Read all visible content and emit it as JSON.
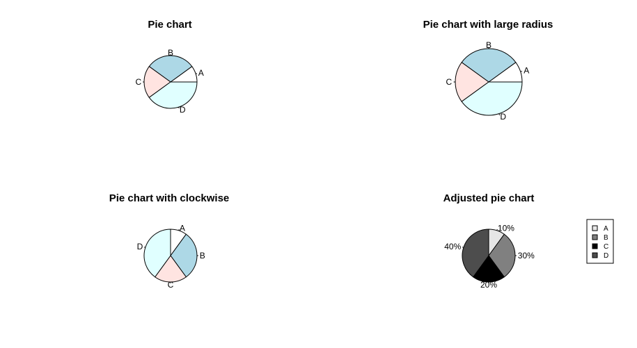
{
  "chart_data": [
    {
      "type": "pie",
      "title": "Pie chart",
      "labels": [
        "A",
        "B",
        "C",
        "D"
      ],
      "values": [
        10,
        30,
        20,
        40
      ],
      "colors": [
        "#ffffff",
        "#add8e6",
        "#ffe4e1",
        "#e0ffff"
      ],
      "clockwise": false,
      "radius": "default"
    },
    {
      "type": "pie",
      "title": "Pie chart with large radius",
      "labels": [
        "A",
        "B",
        "C",
        "D"
      ],
      "values": [
        10,
        30,
        20,
        40
      ],
      "colors": [
        "#ffffff",
        "#add8e6",
        "#ffe4e1",
        "#e0ffff"
      ],
      "clockwise": false,
      "radius": "large"
    },
    {
      "type": "pie",
      "title": "Pie chart with clockwise",
      "labels": [
        "A",
        "B",
        "C",
        "D"
      ],
      "values": [
        10,
        30,
        20,
        40
      ],
      "colors": [
        "#ffffff",
        "#add8e6",
        "#ffe4e1",
        "#e0ffff"
      ],
      "clockwise": true,
      "radius": "default"
    },
    {
      "type": "pie",
      "title": "Adjusted pie chart",
      "labels": [
        "10%",
        "30%",
        "20%",
        "40%"
      ],
      "values": [
        10,
        30,
        20,
        40
      ],
      "colors": [
        "#e6e6e6",
        "#808080",
        "#000000",
        "#4d4d4d"
      ],
      "clockwise": true,
      "radius": "default",
      "legend": {
        "entries": [
          "A",
          "B",
          "C",
          "D"
        ],
        "placement": "right"
      }
    }
  ]
}
